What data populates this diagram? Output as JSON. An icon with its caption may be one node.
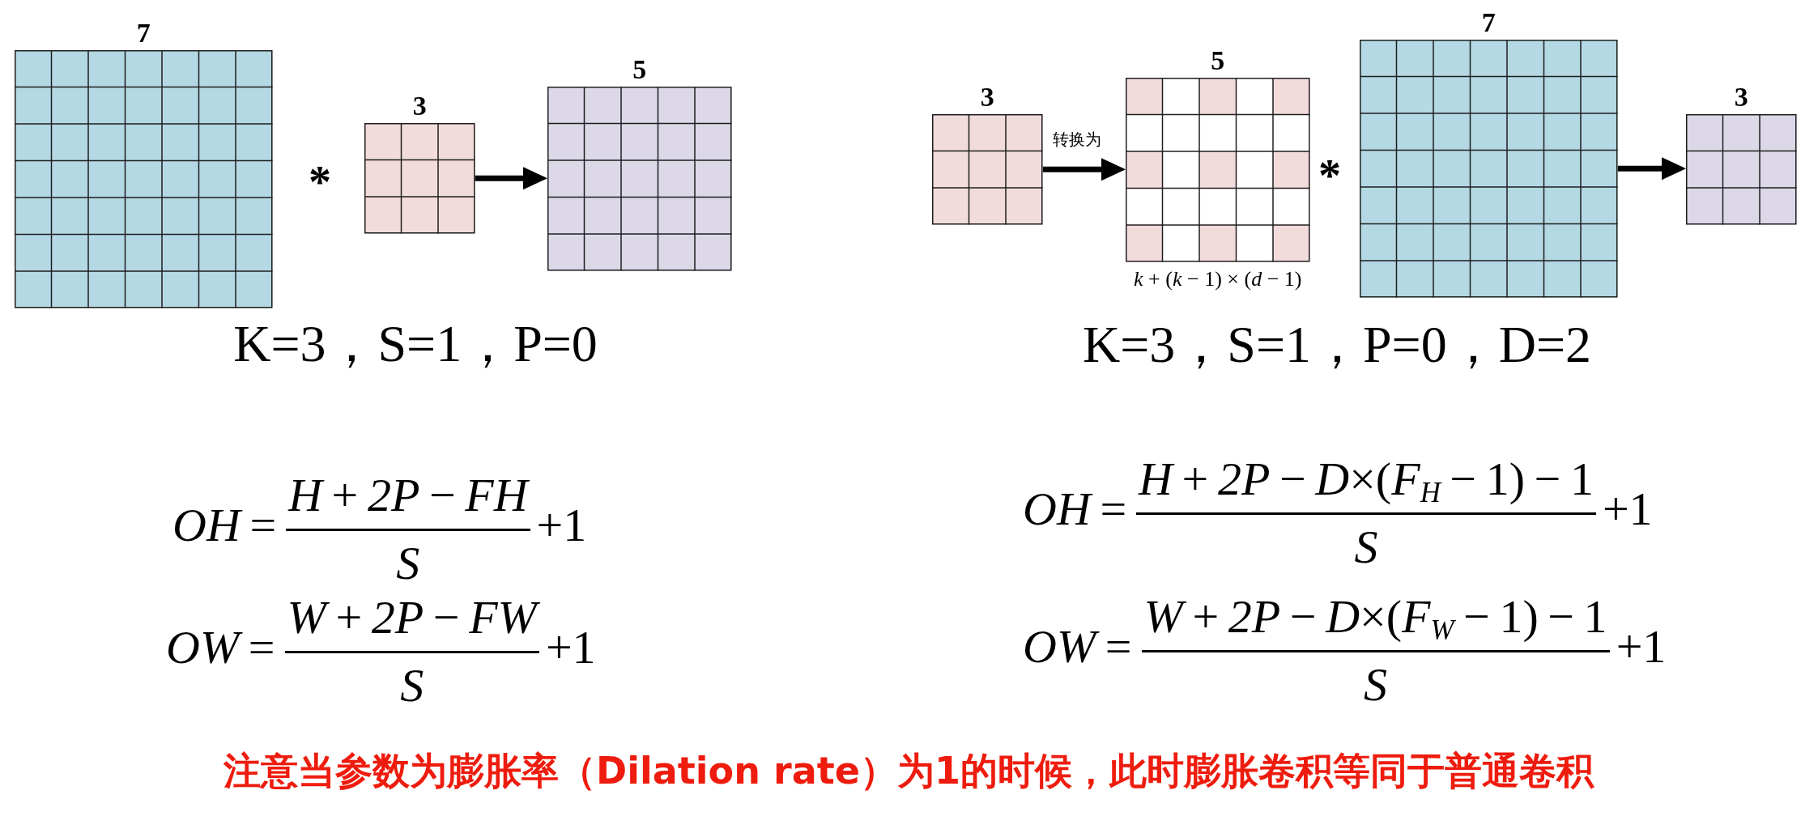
{
  "diagram": {
    "nodes": [
      {
        "text": [
          "7"
        ]
      },
      {
        "text": [
          "3"
        ]
      },
      {
        "text": [
          "5"
        ]
      },
      {
        "text": [
          "3"
        ]
      },
      {
        "text": [
          "5"
        ],
        "beside": [
          "*k* + (*k* − 1) × (*d* − 1)"
        ]
      },
      {
        "text": [
          "7"
        ]
      },
      {
        "text": [
          "3"
        ]
      }
    ],
    "edges": [
      {
        "from": 1,
        "to": 2,
        "arrow": "to"
      },
      {
        "from": 3,
        "to": 4,
        "arrow": "to",
        "label": "转换为"
      },
      {
        "from": 5,
        "to": 6,
        "arrow": "to"
      }
    ],
    "labels": [
      "*",
      "*",
      "K=3，S=1，P=0",
      "K=3，S=1，P=0，D=2",
      "*OH* =",
      "*H* + *2P* − *FH*",
      "S",
      "+1",
      "*OH* =",
      "*H* + *2P* − *D*×(*F*$_{H}$ − 1) − 1",
      "S",
      "+1",
      "*OW* =",
      "*W* + *2P* − *FW*",
      "S",
      "+1",
      "*OW* =",
      "*W* + *2P* − *D*×(*F*$_{W}$ − 1) − 1",
      "S",
      "+1"
    ],
    "caption": "注意当参数为膨胀率（Dilation rate）为1的时候，此时膨胀卷积等同于普通卷积"
  }
}
